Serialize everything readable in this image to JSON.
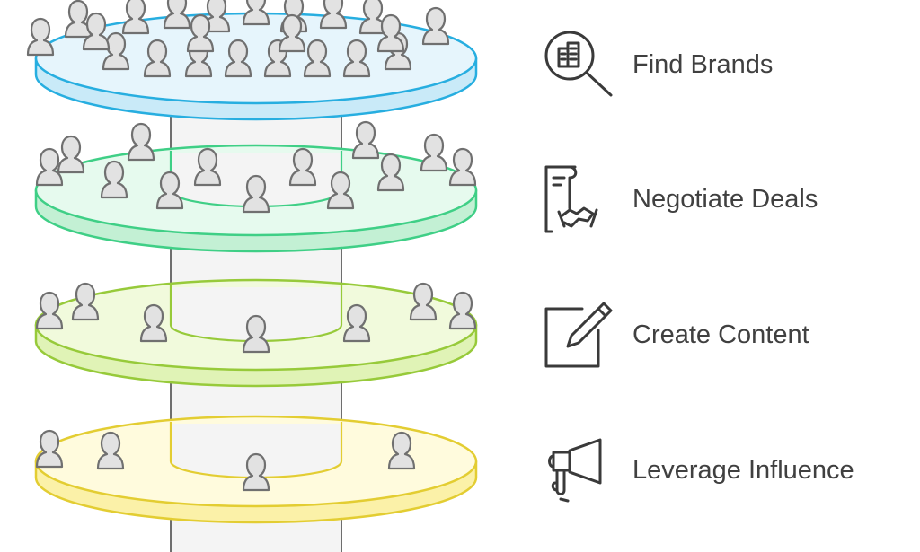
{
  "tiers": [
    {
      "label": "Find Brands",
      "icon": "find-brands-icon",
      "top_fill": "#e6f5fc",
      "side_fill": "#c9eaf8",
      "stroke": "#27aee0",
      "people": 22
    },
    {
      "label": "Negotiate Deals",
      "icon": "negotiate-deals-icon",
      "top_fill": "#e6faee",
      "side_fill": "#c3f0d4",
      "stroke": "#3fcf86",
      "people": 13
    },
    {
      "label": "Create Content",
      "icon": "create-content-icon",
      "top_fill": "#f1fadc",
      "side_fill": "#e0f3b6",
      "stroke": "#97ca3a",
      "people": 7
    },
    {
      "label": "Leverage Influence",
      "icon": "leverage-influence-icon",
      "top_fill": "#fffbdd",
      "side_fill": "#fbf1a8",
      "stroke": "#e3cd32",
      "people": 4
    }
  ],
  "colors": {
    "column_fill": "#f4f4f4",
    "column_stroke": "#6e6e6e",
    "person_fill": "#e2e2e2",
    "person_stroke": "#707070",
    "icon_stroke": "#3a3a3a"
  }
}
